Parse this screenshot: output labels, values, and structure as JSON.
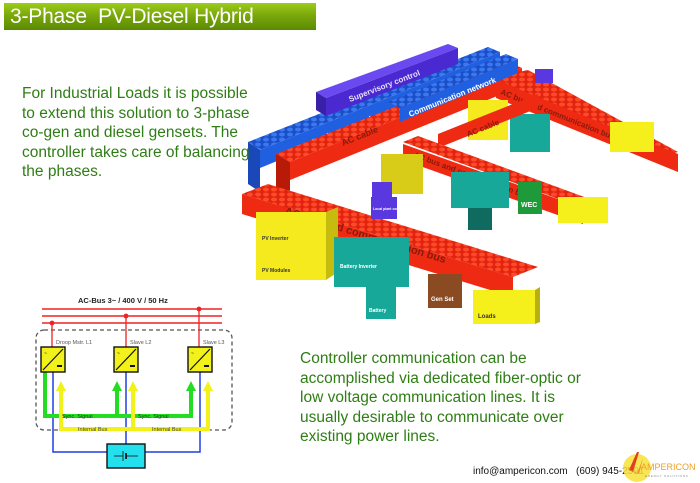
{
  "title": "3-Phase  PV-Diesel Hybrid",
  "intro_text": "For Industrial Loads it is possible to extend this solution to 3-phase co-gen and diesel gensets. The controller takes care of balancing the phases.",
  "comm_text": "Controller communication can be accomplished via dedicated fiber-optic or low voltage communication lines. It is usually desirable to communicate over existing power lines.",
  "footer": {
    "email": "info@ampericon.com",
    "phone": "(609) 945-2591",
    "logo_name": "AMPERICON",
    "logo_tagline": "ENERGY SOLUTIONS"
  },
  "lego_diagram": {
    "supervisory_control": "Supervisory control",
    "communication_network_1": "Communication network",
    "communication_network_2": "Communication network",
    "ac_cable_1": "AC cable",
    "ac_cable_2": "AC cable",
    "ac_bus_label": "AC bus and communication bus",
    "local_plant_control": "Local plant control",
    "pv_inverter": "PV Inverter",
    "pv_modules": "PV Modules",
    "battery_inverter": "Battery Inverter",
    "battery": "Battery",
    "gen_set": "Gen Set",
    "wec": "WEC",
    "loads": "Loads",
    "colors": {
      "ac_bus": "#ee2a12",
      "comm_network": "#1f5fd6",
      "supervisory": "#4a2ad0",
      "pv": "#f5ea1e",
      "battery": "#17a89a",
      "genset": "#8a4a22",
      "wec": "#1f9a3a",
      "loads": "#f5ef1c"
    }
  },
  "circuit": {
    "bus_label": "AC-Bus 3~ / 400 V / 50 Hz",
    "units": [
      "Droop Mstr. L1",
      "Slave L2",
      "Slave L3"
    ],
    "sync_label": "Sync. Signal",
    "internal_bus_label": "Internal Bus",
    "colors": {
      "ac_line": "#ee2222",
      "sync": "#22dd22",
      "internal": "#f2f21a",
      "dc": "#1f3fe0",
      "battery": "#22e0ee"
    }
  }
}
